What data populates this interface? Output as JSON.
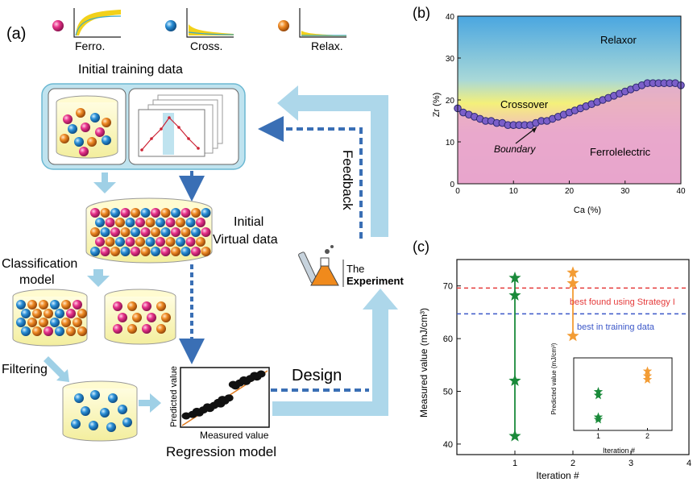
{
  "panel_a": {
    "label": "(a)",
    "materials": [
      "Ferro.",
      "Cross.",
      "Relax."
    ],
    "initial_training_title": "Initial training data",
    "initial_virtual_line1": "Initial",
    "initial_virtual_line2": "Virtual data",
    "classification_line1": "Classification",
    "classification_line2": "model",
    "filtering": "Filtering",
    "regression_model": "Regression model",
    "regression_xlabel": "Measured value",
    "regression_ylabel": "Predicted value",
    "design": "Design",
    "feedback": "Feedback",
    "experiment_line1": "The",
    "experiment_line2": "Experiment",
    "colors": {
      "pink": "#e8338a",
      "blue": "#2a8fd6",
      "orange": "#ef8a24",
      "arrow": "#9fd0e6",
      "dash": "#3a6fb5",
      "panel": "#bfe3ef"
    }
  },
  "panel_b": {
    "label": "(b)",
    "xlabel": "Ca (%)",
    "ylabel": "Zr (%)",
    "region_labels": [
      "Relaxor",
      "Crossover",
      "Boundary",
      "Ferrolelectric"
    ],
    "chart_data": {
      "type": "scatter",
      "xlim": [
        0,
        40
      ],
      "ylim": [
        0,
        40
      ],
      "xticks": [
        "0",
        "10",
        "20",
        "30",
        "40"
      ],
      "yticks": [
        "0",
        "10",
        "20",
        "30",
        "40"
      ],
      "boundary_x": [
        0,
        1,
        2,
        3,
        4,
        5,
        6,
        7,
        8,
        9,
        10,
        11,
        12,
        13,
        14,
        15,
        16,
        17,
        18,
        19,
        20,
        21,
        22,
        23,
        24,
        25,
        26,
        27,
        28,
        29,
        30,
        31,
        32,
        33,
        34,
        35,
        36,
        37,
        38,
        39,
        40
      ],
      "boundary_y": [
        18,
        17,
        16.5,
        16,
        15.5,
        15,
        15,
        14.5,
        14.5,
        14,
        14,
        14,
        14,
        14,
        14.5,
        15,
        15,
        15.5,
        16,
        16.5,
        17,
        17.5,
        18,
        18.5,
        19,
        19.5,
        20,
        20.5,
        21,
        21.5,
        22,
        22.5,
        23,
        23.5,
        24,
        24,
        24,
        24,
        24,
        24,
        23.5
      ]
    }
  },
  "panel_c": {
    "label": "(c)",
    "xlabel": "Iteration #",
    "ylabel": "Measured value (mJ/cm³)",
    "annotation_red": "best found using Strategy I",
    "annotation_blue": "best in training data",
    "chart_data": {
      "type": "scatter",
      "xlim": [
        0,
        4
      ],
      "ylim": [
        38,
        75
      ],
      "xticks": [
        "1",
        "2",
        "3",
        "4"
      ],
      "yticks": [
        "40",
        "50",
        "60",
        "70"
      ],
      "series": [
        {
          "x": [
            1,
            1,
            1,
            1
          ],
          "y": [
            71.5,
            68.2,
            52,
            41.5
          ],
          "color": "#1a8a3a"
        },
        {
          "x": [
            2,
            2,
            2
          ],
          "y": [
            72.5,
            70.5,
            60.5
          ],
          "color": "#f39c34"
        }
      ],
      "hlines": [
        {
          "y": 69.6,
          "color": "#e53b3b"
        },
        {
          "y": 64.7,
          "color": "#3b57c8"
        }
      ]
    },
    "inset": {
      "xlabel": "Iteration #",
      "ylabel": "Predicted value (mJ/cm³)",
      "chart_data": {
        "type": "scatter",
        "xlim": [
          0.5,
          2.5
        ],
        "ylim": [
          40,
          70
        ],
        "xticks": [
          "1",
          "2"
        ],
        "series": [
          {
            "x": [
              1,
              1,
              1,
              1
            ],
            "y": [
              56,
              54.5,
              45.5,
              44.5
            ],
            "color": "#1a8a3a"
          },
          {
            "x": [
              2,
              2,
              2
            ],
            "y": [
              64.5,
              62.5,
              61
            ],
            "color": "#f39c34"
          }
        ]
      }
    }
  }
}
